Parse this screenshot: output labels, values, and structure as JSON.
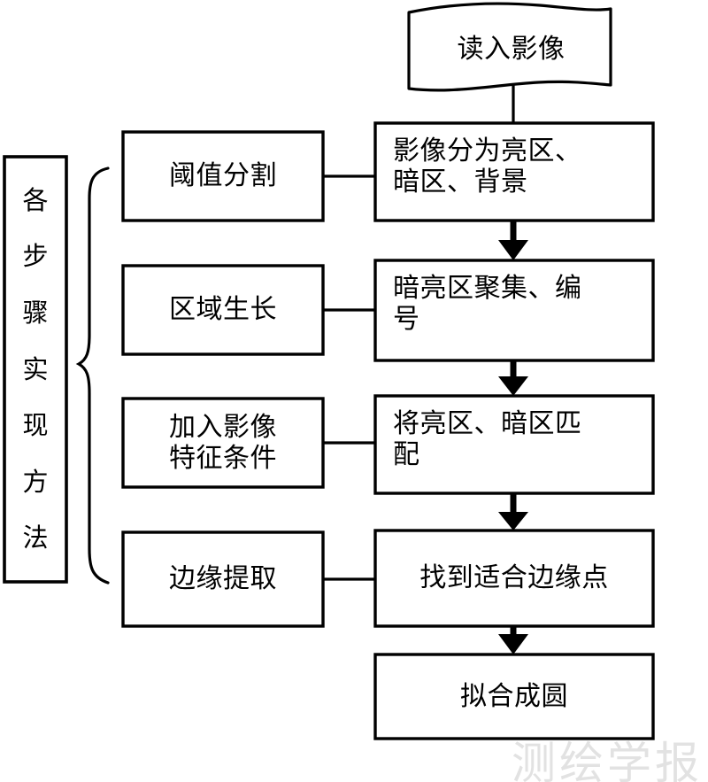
{
  "diagram": {
    "title_vertical": "各步骤实现方法",
    "title_vertical_chars": [
      "各",
      "步",
      "骤",
      "实",
      "现",
      "方",
      "法"
    ],
    "start_node": {
      "shape": "document",
      "label": "读入影像"
    },
    "method_nodes": [
      {
        "label": "阈值分割"
      },
      {
        "label": "区域生长"
      },
      {
        "label": "加入影像\n特征条件"
      },
      {
        "label": "边缘提取"
      }
    ],
    "process_nodes": [
      {
        "label": "影像分为亮区、\n暗区、背景"
      },
      {
        "label": "暗亮区聚集、编\n号"
      },
      {
        "label": "将亮区、暗区匹\n配"
      },
      {
        "label": "找到适合边缘点"
      },
      {
        "label": "拟合成圆"
      }
    ],
    "brace": "{",
    "watermark": "测绘学报",
    "colors": {
      "stroke": "#000000",
      "fill": "#ffffff",
      "watermark": "#e2e2e2"
    }
  }
}
